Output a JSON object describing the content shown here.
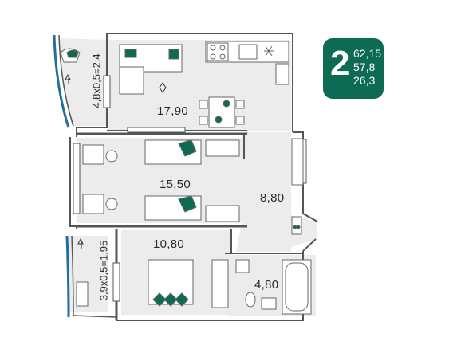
{
  "badge": {
    "rooms": "2",
    "total_area": "62,15",
    "living_area": "57,8",
    "kitchen_area": "26,3",
    "color": "#0e6b53"
  },
  "rooms": {
    "kitchen_living": "17,90",
    "bedroom_1": "15,50",
    "hall": "8,80",
    "bedroom_2": "10,80",
    "bathroom": "4,80"
  },
  "balconies": {
    "top": "4,8x0,5=2,4",
    "bottom": "3,9x0,5=1,95"
  },
  "colors": {
    "accent": "#0e6b53",
    "room_fill": "#ececec",
    "wall": "#555555"
  }
}
